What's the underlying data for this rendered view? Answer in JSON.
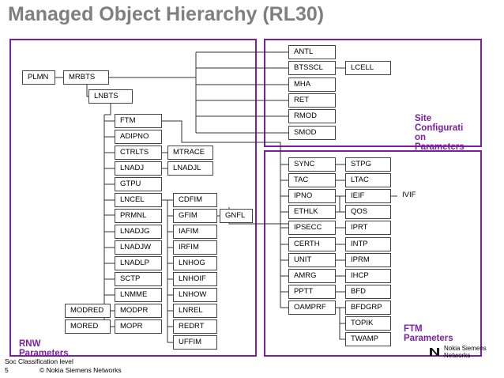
{
  "title": "Managed Object Hierarchy (RL30)",
  "regions": {
    "site_label": "Site Configurati on Parameters",
    "ftm_label": "FTM Parameters",
    "rnw_label": "RNW Parameters"
  },
  "footer": {
    "classification": "Soc Classification level",
    "page": "5",
    "copyright": "© Nokia Siemens Networks"
  },
  "logo": {
    "line1": "Nokia Siemens",
    "line2": "Networks"
  },
  "colors": {
    "accent": "#7b1fa2",
    "title": "#7f7f7f"
  },
  "nodes": {
    "PLMN": "PLMN",
    "MRBTS": "MRBTS",
    "LNBTS": "LNBTS",
    "ANTL": "ANTL",
    "BTSSCL": "BTSSCL",
    "LCELL": "LCELL",
    "MHA": "MHA",
    "RET": "RET",
    "RMOD": "RMOD",
    "SMOD": "SMOD",
    "FTM": "FTM",
    "ADIPNO": "ADIPNO",
    "CTRLTS": "CTRLTS",
    "MTRACE": "MTRACE",
    "LNADJ": "LNADJ",
    "LNADJL": "LNADJL",
    "GTPU": "GTPU",
    "LNCEL": "LNCEL",
    "CDFIM": "CDFIM",
    "PRMNL": "PRMNL",
    "GFIM": "GFIM",
    "GNFL": "GNFL",
    "LNADJG": "LNADJG",
    "IAFIM": "IAFIM",
    "LNADJW": "LNADJW",
    "IRFIM": "IRFIM",
    "LNADLP": "LNADLP",
    "LNHOG": "LNHOG",
    "SCTP": "SCTP",
    "LNHOIF": "LNHOIF",
    "LNMME": "LNMME",
    "LNHOW": "LNHOW",
    "MODRED": "MODRED",
    "MODPR": "MODPR",
    "LNREL": "LNREL",
    "MORED": "MORED",
    "MOPR": "MOPR",
    "REDRT": "REDRT",
    "UFFIM": "UFFIM",
    "SYNC": "SYNC",
    "STPG": "STPG",
    "TAC": "TAC",
    "LTAC": "LTAC",
    "IPNO": "IPNO",
    "IEIF": "IEIF",
    "IVIF": "IVIF",
    "ETHLK": "ETHLK",
    "QOS": "QOS",
    "IPSECC": "IPSECC",
    "IPRT": "IPRT",
    "CERTH": "CERTH",
    "INTP": "INTP",
    "UNIT": "UNIT",
    "IPRM": "IPRM",
    "AMRG": "AMRG",
    "IHCP": "IHCP",
    "PPTT": "PPTT",
    "BFD": "BFD",
    "OAMPRF": "OAMPRF",
    "BFDGRP": "BFDGRP",
    "TOPIK": "TOPIK",
    "TWAMP": "TWAMP"
  }
}
